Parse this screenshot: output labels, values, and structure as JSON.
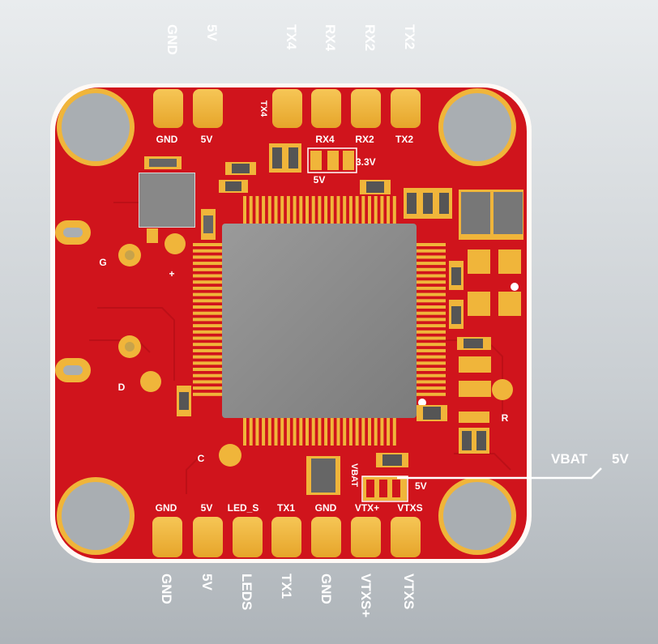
{
  "top_external_labels": [
    "GND",
    "5V",
    "TX4",
    "RX4",
    "RX2",
    "TX2"
  ],
  "top_pad_labels": [
    "GND",
    "5V",
    "RX4",
    "RX2",
    "TX2"
  ],
  "top_tx4_side_label": "TX4",
  "solder_jumper": {
    "left": "5V",
    "right": "3.3V"
  },
  "bottom_pad_labels": [
    "GND",
    "5V",
    "LED_S",
    "TX1",
    "GND",
    "VTX+",
    "VTXS"
  ],
  "bottom_external_labels": [
    "GND",
    "5V",
    "LEDS",
    "TX1",
    "GND",
    "VTXS+",
    "VTXS"
  ],
  "vbat_jumper": {
    "left": "VBAT",
    "right": "5V"
  },
  "callout": {
    "a": "VBAT",
    "b": "5V"
  },
  "board_markings": {
    "g": "G",
    "plus": "+",
    "d": "D",
    "c": "C",
    "r": "R"
  },
  "colors": {
    "board": "#d0141c",
    "pad": "#f0b53a",
    "chip": "#8c8c8c",
    "silkscreen": "#ffffff"
  }
}
